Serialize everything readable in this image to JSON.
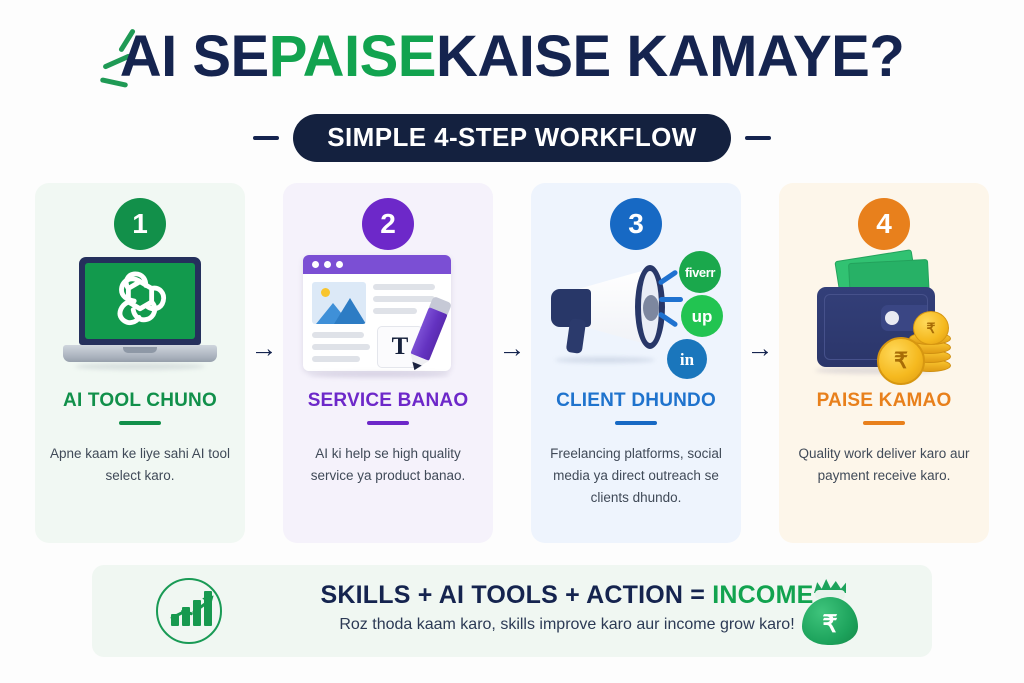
{
  "header": {
    "title_part1": "AI SE ",
    "title_accent": "PAISE",
    "title_part2": " KAISE KAMAYE?",
    "subtitle": "SIMPLE 4-STEP WORKFLOW"
  },
  "colors": {
    "navy": "#15244f",
    "green": "#12a34f",
    "purple": "#6d28c9",
    "blue": "#1769c4",
    "orange": "#e8801c"
  },
  "steps": [
    {
      "number": "1",
      "title": "AI TOOL CHUNO",
      "body": "Apne kaam ke liye sahi AI tool select karo.",
      "accent": "#12904a",
      "art": "laptop-chatgpt-icon"
    },
    {
      "number": "2",
      "title": "SERVICE BANAO",
      "body": "AI ki help se high quality service ya product banao.",
      "accent": "#6d28c9",
      "art": "web-page-design-icon",
      "text_box_glyph": "T"
    },
    {
      "number": "3",
      "title": "CLIENT DHUNDO",
      "body": "Freelancing platforms, social media ya direct outreach se clients dhundo.",
      "accent": "#1769c4",
      "art": "megaphone-icon",
      "platform_badges": [
        {
          "label": "fiverr",
          "color": "#1aa84c"
        },
        {
          "label": "up",
          "color": "#22c451"
        },
        {
          "label": "in",
          "color": "#1a76bc"
        }
      ]
    },
    {
      "number": "4",
      "title": "PAISE KAMAO",
      "body": "Quality work deliver karo aur payment receive karo.",
      "accent": "#e8801c",
      "art": "wallet-money-icon",
      "coin_symbol": "₹"
    }
  ],
  "arrow_glyph": "→",
  "banner": {
    "formula_part1": "SKILLS + AI TOOLS + ACTION = ",
    "formula_highlight": "INCOME",
    "tagline": "Roz thoda kaam karo, skills improve karo aur income grow karo!",
    "money_bag_symbol": "₹"
  }
}
